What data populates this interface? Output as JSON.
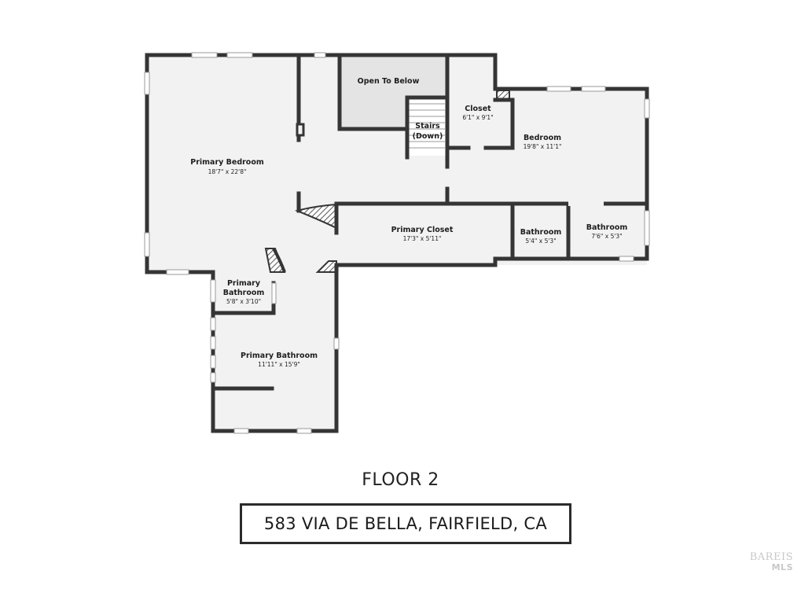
{
  "floor_label": "FLOOR 2",
  "address": "583 VIA DE BELLA, FAIRFIELD, CA",
  "watermark": {
    "line1": "BAREIS",
    "line2": "MLS"
  },
  "colors": {
    "wall": "#353535",
    "floor": "#f2f2f2",
    "open_area": "#e4e4e4",
    "hatch": "#6a6a6a",
    "window": "#ffffff"
  },
  "rooms": {
    "primary_bedroom": {
      "name": "Primary Bedroom",
      "dims": "18'7\" x 22'8\""
    },
    "open_to_below": {
      "name": "Open To Below"
    },
    "stairs": {
      "name_line1": "Stairs",
      "name_line2": "(Down)"
    },
    "closet": {
      "name": "Closet",
      "dims": "6'1\" x 9'1\""
    },
    "bedroom": {
      "name": "Bedroom",
      "dims": "19'8\" x 11'1\""
    },
    "primary_closet": {
      "name": "Primary Closet",
      "dims": "17'3\" x 5'11\""
    },
    "bathroom_small": {
      "name": "Bathroom",
      "dims": "5'4\" x 5'3\""
    },
    "bathroom": {
      "name": "Bathroom",
      "dims": "7'6\" x 5'3\""
    },
    "primary_bathroom_wc": {
      "name_line1": "Primary",
      "name_line2": "Bathroom",
      "dims": "5'8\" x 3'10\""
    },
    "primary_bathroom": {
      "name": "Primary Bathroom",
      "dims": "11'11\" x 15'9\""
    }
  }
}
